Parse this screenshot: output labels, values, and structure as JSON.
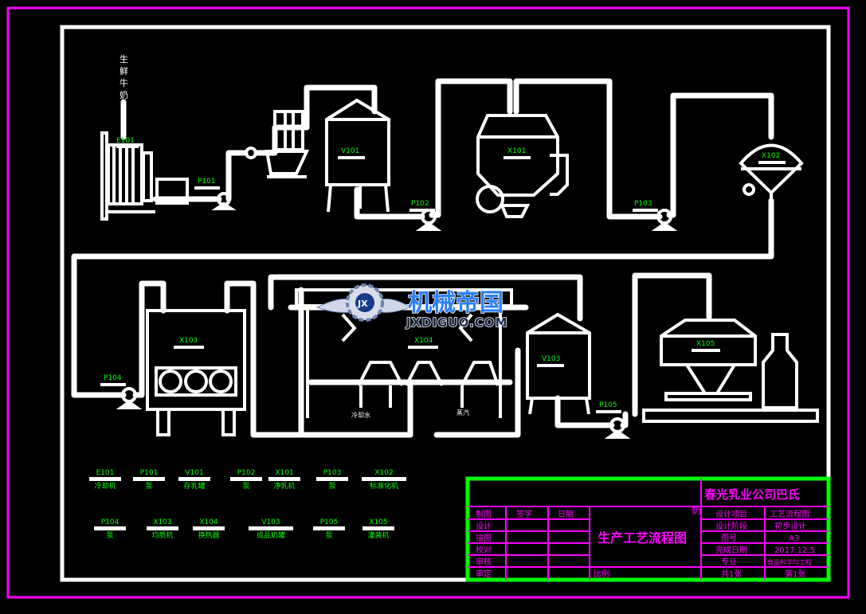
{
  "colors": {
    "background": "#000000",
    "outer_frame": "#ff00ff",
    "drawing_frame": "#ffffff",
    "pipes": "#ffffff",
    "labels": "#00ff00",
    "title_block_lines": "#ff00ff",
    "title_block_border": "#00ff00",
    "title_text": "#ff00ff",
    "watermark_text": "#2a7fff"
  },
  "source": {
    "vertical_label": [
      "生",
      "鲜",
      "牛",
      "奶"
    ]
  },
  "equipment_tags": {
    "e101": "E101",
    "p101": "P101",
    "v101": "V101",
    "p102": "P102",
    "x101": "X101",
    "p103": "P103",
    "x102": "X102",
    "p104": "P104",
    "x103": "X103",
    "x104": "X104",
    "v103": "V103",
    "p105": "P105",
    "x105": "X105"
  },
  "outlet_labels": {
    "cooling_water": "冷却水",
    "steam": "蒸汽"
  },
  "legend": [
    {
      "code": "E101",
      "name": "冷却机"
    },
    {
      "code": "P101",
      "name": "泵"
    },
    {
      "code": "V101",
      "name": "存乳罐"
    },
    {
      "code": "P102",
      "name": "泵"
    },
    {
      "code": "X101",
      "name": "净乳机"
    },
    {
      "code": "P103",
      "name": "泵"
    },
    {
      "code": "X102",
      "name": "标准化机"
    },
    {
      "code": "P104",
      "name": "泵"
    },
    {
      "code": "X103",
      "name": "均质机"
    },
    {
      "code": "X104",
      "name": "换热器"
    },
    {
      "code": "V103",
      "name": "成品奶罐"
    },
    {
      "code": "P105",
      "name": "泵"
    },
    {
      "code": "X105",
      "name": "灌装机"
    }
  ],
  "watermark": {
    "brand": "机械帝国",
    "url": "JXDIGUO.COM",
    "logo_letters": "JX"
  },
  "title_block": {
    "company": "春光乳业公司巴氏",
    "company_tail": "奶",
    "drawing_title": "生产工艺流程图",
    "left_rows": [
      "制图",
      "设计",
      "描图",
      "校对",
      "审核",
      "审定"
    ],
    "left_header": [
      "签字",
      "日期"
    ],
    "scale_label": "比例",
    "right_labels": [
      "设计项目",
      "设计阶段",
      "图号",
      "完成日期",
      "专业"
    ],
    "right_values": [
      "工艺流程图",
      "初步设计",
      "A3",
      "2017.12.5",
      "食品科学与工程"
    ],
    "sheet_total": "共1张",
    "sheet_no": "第1张"
  }
}
